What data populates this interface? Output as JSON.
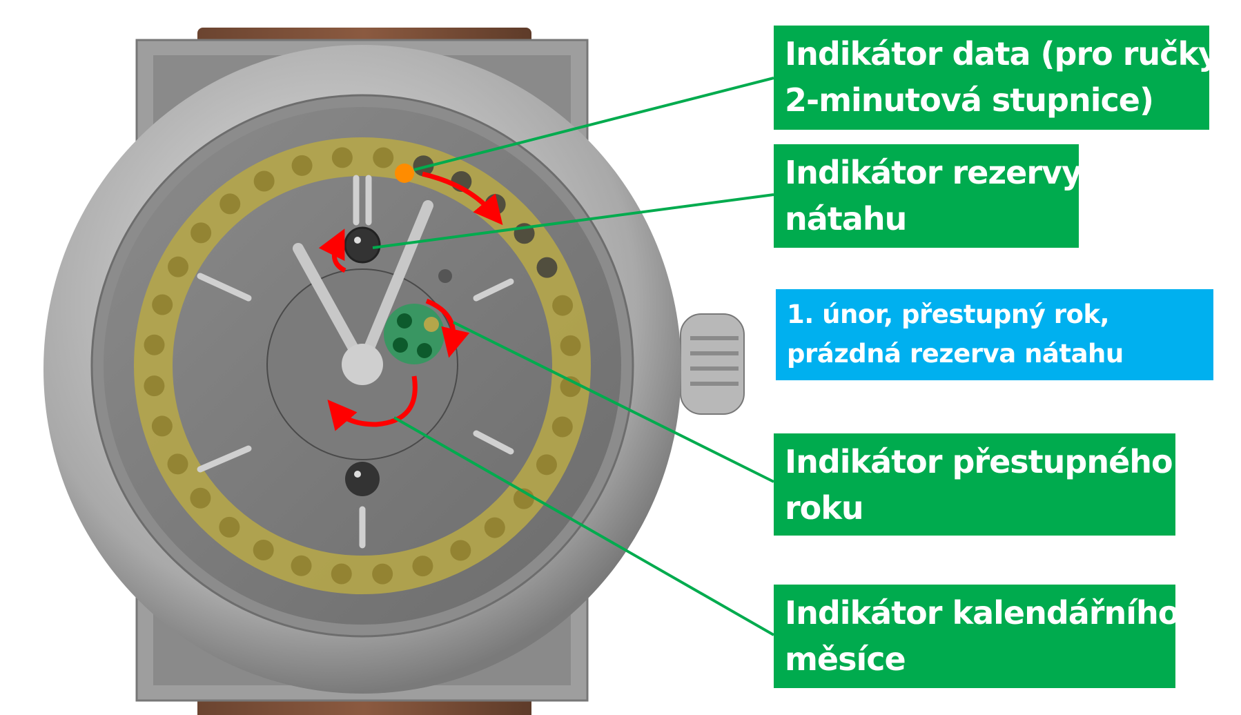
{
  "labels": {
    "date_indicator": {
      "line1": "Indikátor data (pro ručky",
      "line2": "2-minutová stupnice)"
    },
    "power_reserve": {
      "line1": "Indikátor rezervy",
      "line2": "nátahu"
    },
    "current_state": {
      "line1": "1. únor, přestupný rok,",
      "line2": "prázdná rezerva nátahu"
    },
    "leap_year": {
      "line1": "Indikátor přestupného",
      "line2": "roku"
    },
    "calendar_month": {
      "line1": "Indikátor kalendářního",
      "line2": "měsíce"
    }
  },
  "colors": {
    "label_green": "#00ab4e",
    "label_blue": "#00b0ef",
    "leader_line": "#00ab4e",
    "arrow_red": "#ff0000",
    "date_ring": "#b5a64a",
    "date_marker": "#ff8c00"
  }
}
